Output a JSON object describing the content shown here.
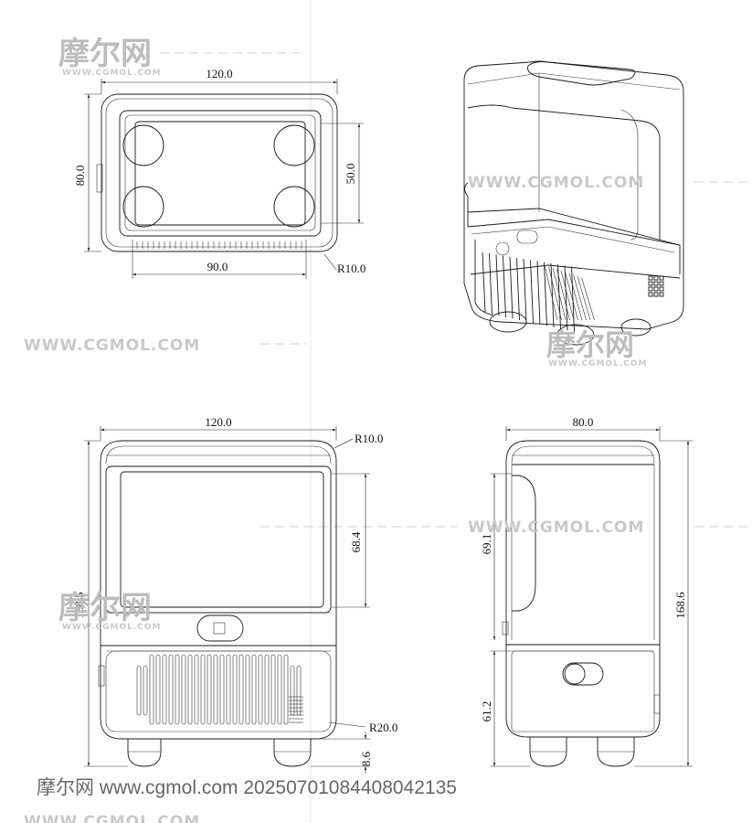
{
  "watermark": {
    "cn": "摩尔网",
    "url_caps": "WWW.CGMOL.COM",
    "url_small": "WWW.CGMOL.COM"
  },
  "footer": {
    "text": "摩尔网 www.cgmol.com 20250701084408042135"
  },
  "views": {
    "top": {
      "dim_width": "120.0",
      "dim_depth": "80.0",
      "dim_inner_depth": "50.0",
      "dim_inner_width": "90.0",
      "dim_radius": "R10.0"
    },
    "front": {
      "dim_width": "120.0",
      "dim_radius_top": "R10.0",
      "dim_window_height": "68.4",
      "dim_total_height": "168.5",
      "dim_radius_bottom": "R20.0",
      "dim_feet": "8.6"
    },
    "side": {
      "dim_width": "80.0",
      "dim_upper_height": "69.1",
      "dim_total_height": "168.6",
      "dim_lower_height": "61.2"
    }
  }
}
